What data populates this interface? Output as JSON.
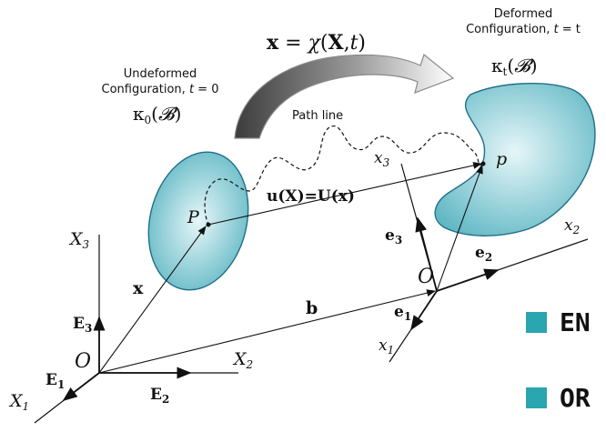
{
  "equation": {
    "lhs": "x",
    "eq": "=",
    "chi": "χ",
    "open": "(",
    "arg1": "X",
    "comma": ",",
    "arg2": "t",
    "close": ")"
  },
  "undeformed": {
    "line1": "Undeformed",
    "line2_prefix": "Configuration, ",
    "t": "t",
    "eq_val": " = 0",
    "kappa": "κ",
    "kappa_sub": "0",
    "body": "𝓑"
  },
  "deformed": {
    "line1": "Deformed",
    "line2_prefix": "Configuration, ",
    "t": "t",
    "eq_val": " = t",
    "kappa": "κ",
    "kappa_sub": "t",
    "body": "𝓑"
  },
  "path_line": "Path line",
  "displacement": "u(X)=U(x)",
  "points": {
    "P": "P",
    "p": "p",
    "O1": "O",
    "O2": "O"
  },
  "vectors": {
    "x": "x",
    "b": "b"
  },
  "axes_material": {
    "X": "X",
    "sub1": "1",
    "sub2": "2",
    "sub3": "3",
    "E": "E"
  },
  "axes_spatial": {
    "x": "x",
    "sub1": "1",
    "sub2": "2",
    "sub3": "3",
    "e": "e"
  },
  "legend": [
    {
      "text": "EN"
    },
    {
      "text": "OR"
    }
  ],
  "colors": {
    "body_fill": "#7ec8d2",
    "body_stroke": "#1f6f88",
    "legend_square": "#2aa6b0",
    "arrow_fill": "#4a4a4a"
  }
}
